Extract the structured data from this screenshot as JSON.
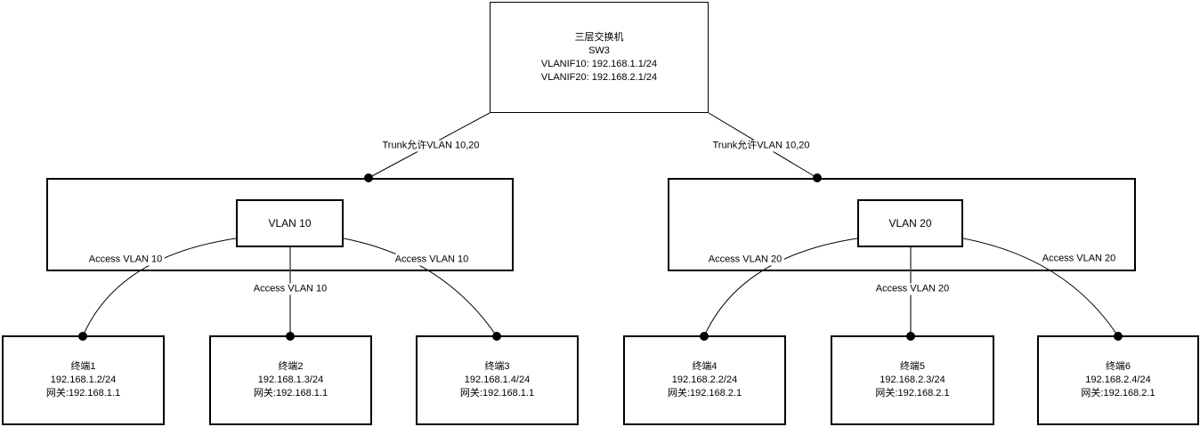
{
  "colors": {
    "line": "#000000",
    "node_border": "#000000",
    "node_fill": "#ffffff",
    "background": "#ffffff"
  },
  "switch": {
    "lines": [
      "三层交换机",
      "SW3",
      "VLANIF10: 192.168.1.1/24",
      "VLANIF20: 192.168.2.1/24"
    ]
  },
  "trunk_labels": {
    "left": "Trunk允许VLAN 10,20",
    "right": "Trunk允许VLAN 10,20"
  },
  "vlans": {
    "vlan10": "VLAN 10",
    "vlan20": "VLAN 20"
  },
  "access_labels": {
    "vlan10_left": "Access VLAN 10",
    "vlan10_mid": "Access VLAN 10",
    "vlan10_right": "Access VLAN 10",
    "vlan20_left": "Access VLAN 20",
    "vlan20_mid": "Access VLAN 20",
    "vlan20_right": "Access VLAN 20"
  },
  "terminals": [
    {
      "name": "终端1",
      "ip": "192.168.1.2/24",
      "gateway": "网关:192.168.1.1"
    },
    {
      "name": "终端2",
      "ip": "192.168.1.3/24",
      "gateway": "网关:192.168.1.1"
    },
    {
      "name": "终端3",
      "ip": "192.168.1.4/24",
      "gateway": "网关:192.168.1.1"
    },
    {
      "name": "终端4",
      "ip": "192.168.2.2/24",
      "gateway": "网关:192.168.2.1"
    },
    {
      "name": "终端5",
      "ip": "192.168.2.3/24",
      "gateway": "网关:192.168.2.1"
    },
    {
      "name": "终端6",
      "ip": "192.168.2.4/24",
      "gateway": "网关:192.168.2.1"
    }
  ]
}
